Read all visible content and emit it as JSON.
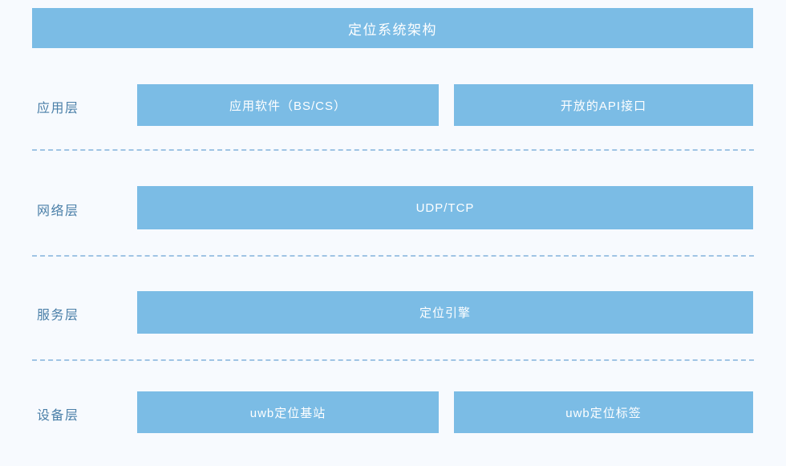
{
  "diagram": {
    "title": "定位系统架构",
    "background_color": "#f7fafe",
    "accent_color": "#7bbce5",
    "label_color": "#4a7fa8",
    "divider_color": "#9fc4e4",
    "box_text_color": "#ffffff"
  },
  "layers": [
    {
      "label": "应用层",
      "boxes": [
        {
          "text": "应用软件（BS/CS）"
        },
        {
          "text": "开放的API接口"
        }
      ]
    },
    {
      "label": "网络层",
      "boxes": [
        {
          "text": "UDP/TCP"
        }
      ]
    },
    {
      "label": "服务层",
      "boxes": [
        {
          "text": "定位引擎"
        }
      ]
    },
    {
      "label": "设备层",
      "boxes": [
        {
          "text": "uwb定位基站"
        },
        {
          "text": "uwb定位标签"
        }
      ]
    }
  ]
}
